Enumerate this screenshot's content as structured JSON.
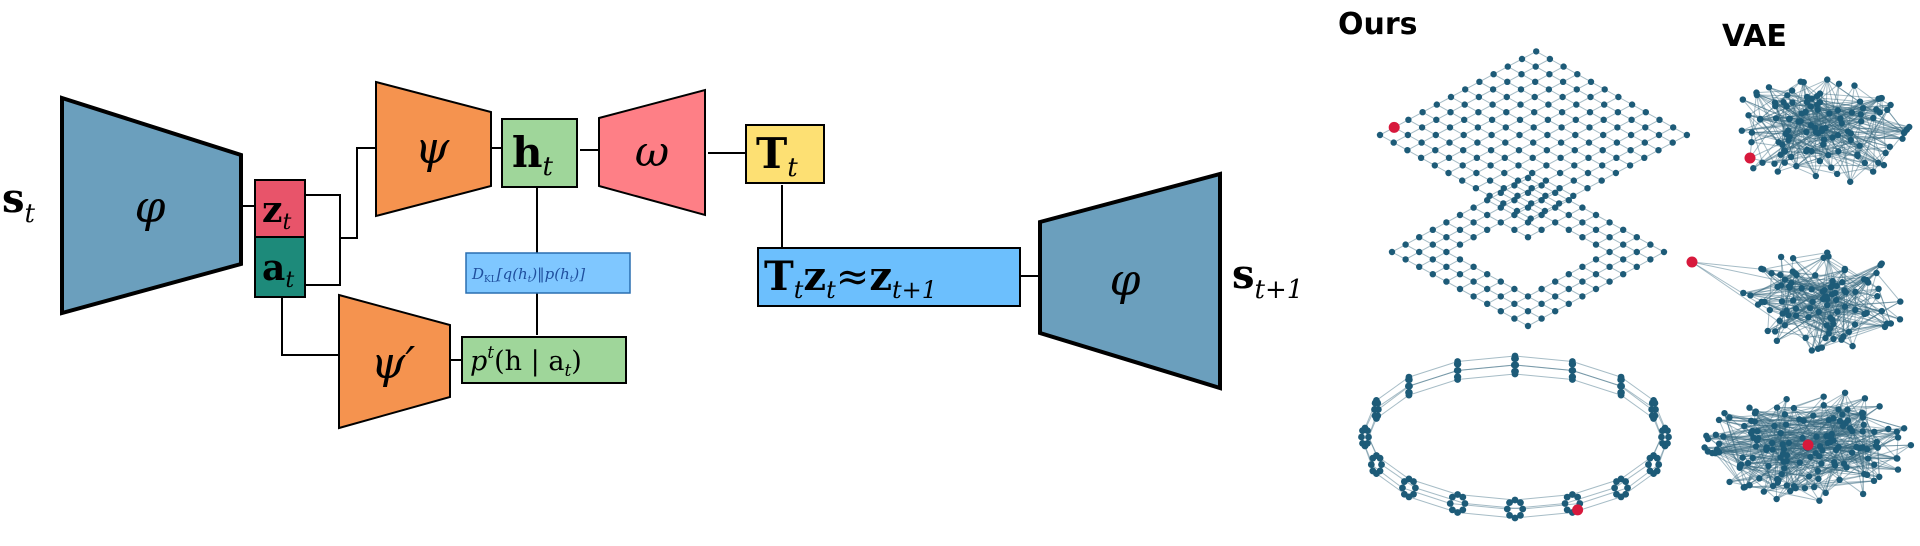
{
  "diagram": {
    "nodes": {
      "s_t": "s",
      "s_t_sub": "t",
      "encoder": "φ",
      "z_t": "z",
      "z_t_sub": "t",
      "a_t": "a",
      "a_t_sub": "t",
      "psi": "ψ",
      "psi_prime": "ψ′",
      "h_t": "h",
      "h_t_sub": "t",
      "omega": "ω",
      "T_t": "T",
      "T_t_sub": "t",
      "kl": "D",
      "kl_sub": "KL",
      "kl_rest": "[q(h",
      "kl_rest_sub": "t",
      "kl_rest2": ")‖p(h",
      "kl_rest2_sub": "t",
      "kl_rest3": ")]",
      "prior": "p",
      "prior_sup": "t",
      "prior_rest": "(h | a",
      "prior_rest_sub": "t",
      "prior_close": ")",
      "transition": "T",
      "transition_sub1": "t",
      "transition_z": "z",
      "transition_sub2": "t",
      "transition_approx": "≈",
      "transition_z2": "z",
      "transition_sub3": "t+1",
      "decoder": "φ",
      "s_next": "s",
      "s_next_sub": "t+1"
    },
    "colors": {
      "encoder_fill": "#6b9fbd",
      "z_fill": "#e8546a",
      "a_fill": "#1d8a7a",
      "psi_fill": "#f5934f",
      "h_fill": "#9fd69a",
      "omega_fill": "#fe7f86",
      "T_fill": "#fde073",
      "kl_fill": "#7fc7ff",
      "transition_fill": "#6cbffd",
      "prior_fill": "#9fd69a",
      "graph_node": "#1d5b78",
      "graph_highlight": "#d7193c"
    }
  },
  "panels": {
    "ours_title": "Ours",
    "vae_title": "VAE"
  }
}
